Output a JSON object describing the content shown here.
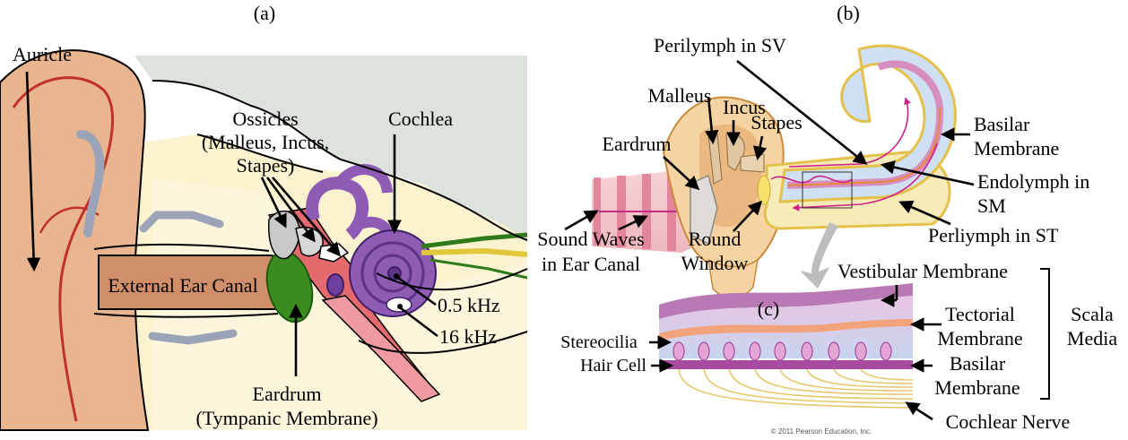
{
  "panels": {
    "a": {
      "caption": "(a)",
      "labels": {
        "auricle": "Auricle",
        "ossicles_1": "Ossicles",
        "ossicles_2": "(Malleus, Incus,",
        "ossicles_3": "Stapes)",
        "cochlea": "Cochlea",
        "ear_canal": "External Ear Canal",
        "freq_low": "0.5 kHz",
        "freq_high": "16 kHz",
        "eardrum_1": "Eardrum",
        "eardrum_2": "(Tympanic Membrane)"
      }
    },
    "b": {
      "caption": "(b)",
      "labels": {
        "perilymph_sv": "Perilymph in SV",
        "malleus": "Malleus",
        "incus": "Incus",
        "stapes": "Stapes",
        "eardrum": "Eardrum",
        "basilar_1": "Basilar",
        "basilar_2": "Membrane",
        "endolymph_1": "Endolymph in",
        "endolymph_2": "SM",
        "perilymph_st": "Perliymph in ST",
        "sound_1": "Sound Waves",
        "sound_2": "in Ear Canal",
        "round_1": "Round",
        "round_2": "Window"
      }
    },
    "c": {
      "caption": "(c)",
      "labels": {
        "vestibular": "Vestibular Membrane",
        "tectorial_1": "Tectorial",
        "tectorial_2": "Membrane",
        "basilar_1": "Basilar",
        "basilar_2": "Membrane",
        "scala_1": "Scala",
        "scala_2": "Media",
        "stereocilia": "Stereocilia",
        "hair_cell": "Hair Cell",
        "nerve": "Cochlear Nerve",
        "credit": "© 2011 Pearson Education, Inc."
      }
    }
  },
  "colors": {
    "skin": "#e8b48e",
    "skin_dark": "#c98a64",
    "bone_bg": "#dfe3df",
    "cochlea_purple": "#8e5bb5",
    "eardrum_green": "#3a8c1e",
    "canal_pink": "#f4c9cc",
    "fluid_blue": "#c9dcf0",
    "membrane_pink": "#d98ec2"
  }
}
